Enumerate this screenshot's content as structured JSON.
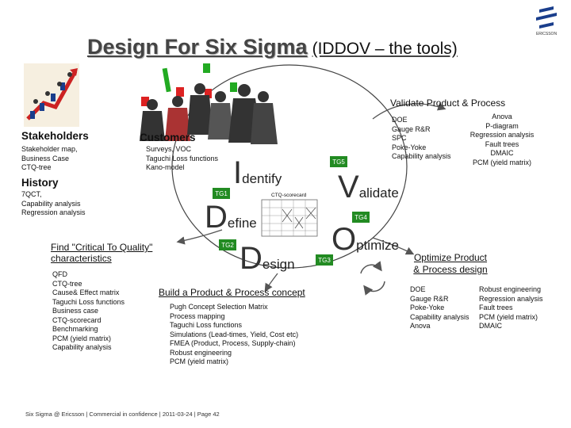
{
  "title": {
    "main": "Design For Six Sigma",
    "sub": "(IDDOV – the tools)"
  },
  "logo": {
    "text": "ERICSSON"
  },
  "validate_product": {
    "heading": "Validate Product & Process"
  },
  "stakeholders": {
    "heading": "Stakeholders",
    "items": [
      "Stakeholder map,",
      "Business Case",
      "CTQ-tree"
    ]
  },
  "customers": {
    "heading": "Customers",
    "items": [
      "Surveys, VOC",
      "Taguchi Loss functions",
      "Kano-model"
    ]
  },
  "history": {
    "heading": "History",
    "items": [
      "7QCT,",
      "Capability analysis",
      "Regression analysis"
    ]
  },
  "phases": {
    "identify": {
      "letter": "I",
      "rest": "dentify"
    },
    "define": {
      "letter": "D",
      "rest": "efine"
    },
    "design": {
      "letter": "D",
      "rest": "esign"
    },
    "optimize": {
      "letter": "O",
      "rest": "ptimize"
    },
    "validate": {
      "letter": "V",
      "rest": "alidate"
    }
  },
  "gates": {
    "tg1": "TG1",
    "tg2": "TG2",
    "tg3": "TG3",
    "tg4": "TG4",
    "tg5": "TG5"
  },
  "ctq_scorecard": {
    "label": "CTQ-scorecard"
  },
  "validate_tools": {
    "left": [
      "DOE",
      "Gauge R&R",
      "SPC",
      "Poke-Yoke",
      "Capability analysis"
    ],
    "right": [
      "Anova",
      "P-diagram",
      "Regression analysis",
      "Fault trees",
      "DMAIC",
      "PCM (yield matrix)"
    ]
  },
  "critical_to_quality": {
    "heading": "Find \"Critical To Quality\" characteristics",
    "items": [
      "QFD",
      "CTQ-tree",
      "Cause& Effect matrix",
      "Taguchi Loss functions",
      "Business case",
      "CTQ-scorecard",
      "Benchmarking",
      "PCM (yield matrix)",
      "Capability analysis"
    ]
  },
  "build_concept": {
    "heading": "Build a Product & Process concept",
    "items": [
      "Pugh Concept Selection Matrix",
      "Process mapping",
      "Taguchi Loss functions",
      "Simulations (Lead-times, Yield, Cost etc)",
      "FMEA (Product, Process, Supply-chain)",
      "Robust engineering",
      "PCM (yield matrix)"
    ]
  },
  "optimize_design": {
    "heading": "Optimize Product & Process design",
    "left": [
      "DOE",
      "Gauge R&R",
      "Poke-Yoke",
      "Capability analysis",
      "Anova"
    ],
    "right": [
      "Robust engineering",
      "Regression analysis",
      "Fault trees",
      "PCM (yield matrix)",
      "DMAIC"
    ]
  },
  "footer": "Six Sigma @ Ericsson  |  Commercial in confidence  |  2011-03-24  |  Page 42",
  "colors": {
    "gate": "#228b22",
    "card_green": "#22aa22",
    "card_red": "#dd2222",
    "arrow": "#555555",
    "chart_red": "#cc2222"
  }
}
